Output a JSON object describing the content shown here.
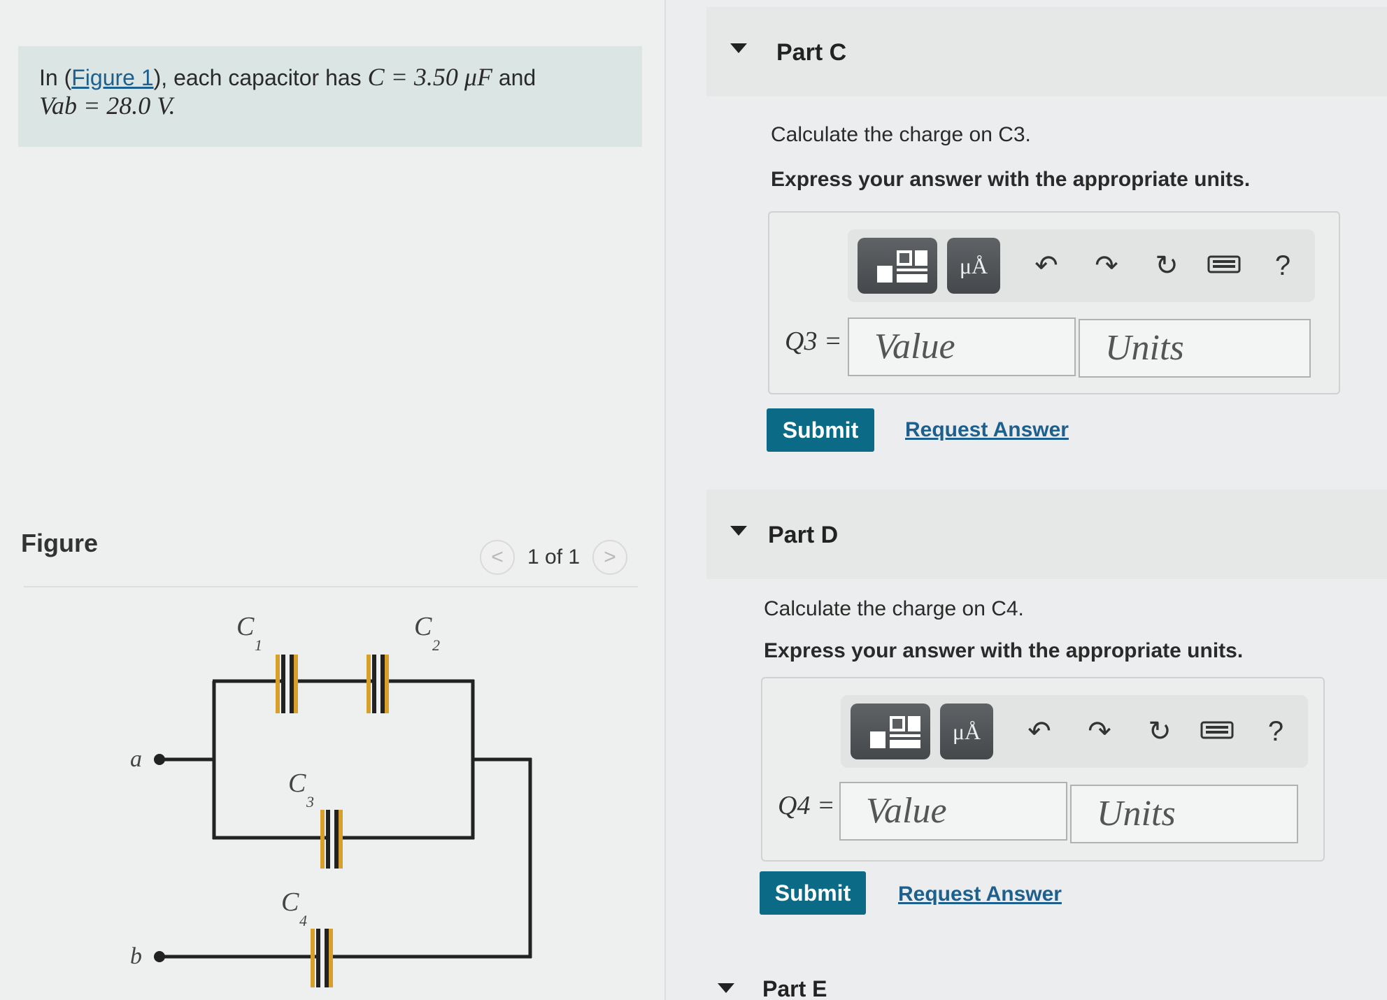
{
  "problem": {
    "prefix": "In (",
    "figure_link": "Figure 1",
    "middle": "), each capacitor has",
    "c_value": "C = 3.50 μF",
    "and": "and",
    "vab": "Vab = 28.0 V."
  },
  "figure": {
    "title": "Figure",
    "pager_prev": "<",
    "pager_text": "1 of 1",
    "pager_next": ">",
    "labels": {
      "c1": "C",
      "c1_sub": "1",
      "c2": "C",
      "c2_sub": "2",
      "c3": "C",
      "c3_sub": "3",
      "c4": "C",
      "c4_sub": "4",
      "a": "a",
      "b": "b"
    }
  },
  "parts": [
    {
      "title": "Part C",
      "question": "Calculate the charge on C3.",
      "instruction": "Express your answer with the appropriate units.",
      "label": "Q3 =",
      "value_placeholder": "Value",
      "units_placeholder": "Units",
      "submit": "Submit",
      "request": "Request Answer"
    },
    {
      "title": "Part D",
      "question": "Calculate the charge on C4.",
      "instruction": "Express your answer with the appropriate units.",
      "label": "Q4 =",
      "value_placeholder": "Value",
      "units_placeholder": "Units",
      "submit": "Submit",
      "request": "Request Answer"
    },
    {
      "title": "Part E"
    }
  ],
  "toolbar": {
    "units_symbol": "μÅ",
    "undo_icon": "↶",
    "redo_icon": "↷",
    "reset_icon": "↻",
    "help": "?"
  },
  "colors": {
    "accent": "#0b6b86",
    "link": "#1d5f8d",
    "capacitor": "#d6a02a"
  }
}
